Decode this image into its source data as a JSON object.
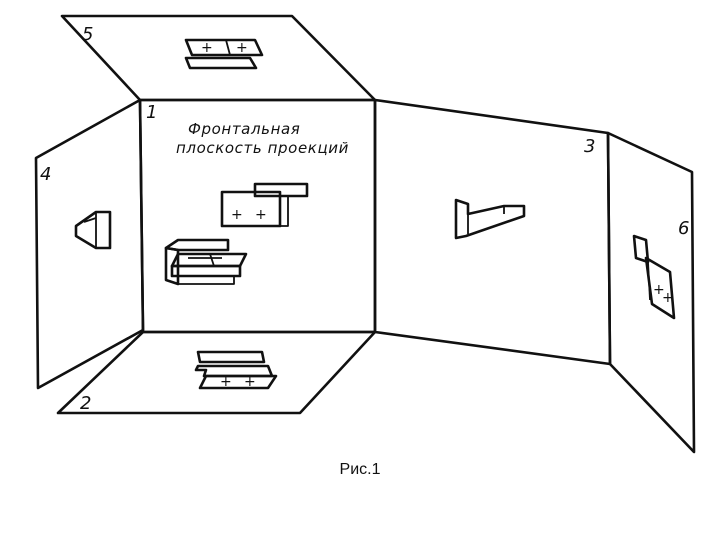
{
  "planes": {
    "frontal": {
      "number": "1",
      "label_line1": "Фронтальная",
      "label_line2": "плоскость проекций"
    },
    "horizontal": {
      "number": "2"
    },
    "right_profile": {
      "number": "3"
    },
    "left_profile": {
      "number": "4"
    },
    "top": {
      "number": "5"
    },
    "far_right": {
      "number": "6"
    }
  },
  "plus_sign": "+",
  "caption": "Рис.1"
}
